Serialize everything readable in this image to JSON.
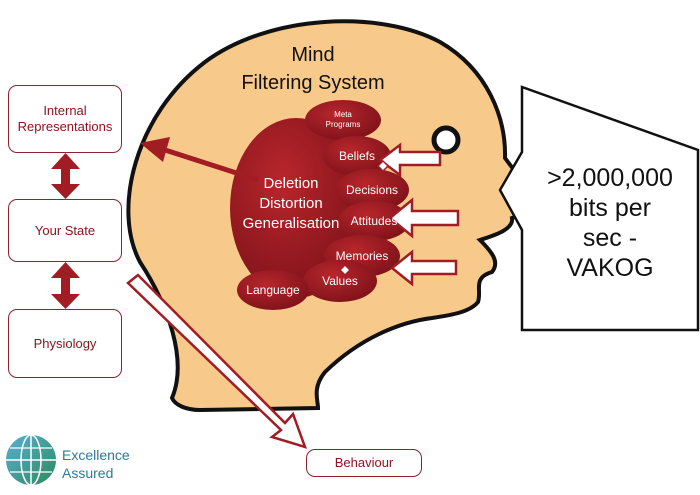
{
  "title": {
    "line1": "Mind",
    "line2": "Filtering System"
  },
  "side_boxes": {
    "internal": "Internal Representations",
    "internal_line1": "Internal",
    "internal_line2": "Representations",
    "state": "Your State",
    "physiology": "Physiology"
  },
  "behaviour": "Behaviour",
  "center_filters": {
    "line1": "Deletion",
    "line2": "Distortion",
    "line3": "Generalisation"
  },
  "filters": {
    "meta_line1": "Meta",
    "meta_line2": "Programs",
    "beliefs": "Beliefs",
    "decisions": "Decisions",
    "attitudes": "Attitudes",
    "memories": "Memories",
    "values": "Values",
    "language": "Language"
  },
  "callout": {
    "line1": ">2,000,000",
    "line2": "bits per",
    "line3": "sec -",
    "line4": "VAKOG"
  },
  "brand": {
    "line1": "Excellence",
    "line2": "Assured"
  },
  "colors": {
    "head_fill": "#f7c98b",
    "filter_red": "#9b1c22",
    "box_border": "#8b2330",
    "brand_teal": "#2c7a9a"
  }
}
